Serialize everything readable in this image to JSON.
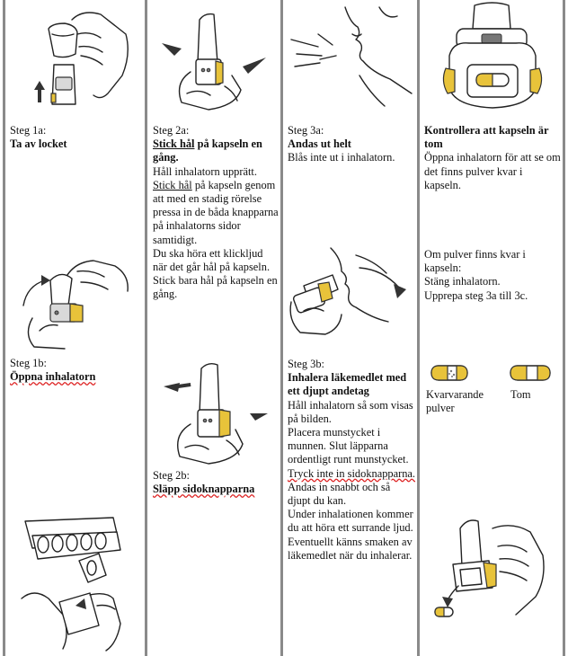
{
  "col1": {
    "step1a_label": "Steg 1a:",
    "step1a_title": "Ta av locket",
    "step1b_label": "Steg 1b:",
    "step1b_title": "Öppna inhalatorn"
  },
  "col2": {
    "step2a_label": "Steg 2a:",
    "step2a_title_link": "Stick hål",
    "step2a_title_rest": " på kapseln en gång.",
    "line1": "Håll inhalatorn upprätt.",
    "line2_link": "Stick hål",
    "line2_rest": " på kapseln genom att med en stadig rörelse pressa in de båda knapparna på inhalatorns sidor samtidigt.",
    "line3": "Du ska höra ett klickljud när det går hål på kapseln.",
    "line4": "Stick bara hål på kapseln en gång.",
    "step2b_label": "Steg 2b:",
    "step2b_title": "Släpp sidoknapparna"
  },
  "col3": {
    "step3a_label": "Steg 3a:",
    "step3a_title": "Andas ut helt",
    "step3a_text": "Blås inte ut i inhalatorn.",
    "step3b_label": "Steg 3b:",
    "step3b_title": "Inhalera läkemedlet med ett djupt andetag",
    "line1": "Håll inhalatorn så som visas på bilden.",
    "line2": "Placera munstycket i munnen. Slut läpparna ordentligt runt munstycket.",
    "line3": "Tryck inte in sidoknapparna.",
    "line4": "Andas in snabbt och så djupt du kan.",
    "line5": "Under inhalationen kommer du att höra ett surrande ljud.",
    "line6": "Eventuellt känns smaken av läkemedlet när du inhalerar."
  },
  "col4": {
    "title": "Kontrollera att kapseln är tom",
    "text1": "Öppna inhalatorn för att se om det finns pulver kvar i kapseln.",
    "if_label": "Om pulver finns kvar i kapseln:",
    "if_line1": "Stäng inhalatorn.",
    "if_line2": "Upprepa steg 3a till 3c.",
    "capsule_left_label": "Kvarvarande pulver",
    "capsule_right_label": "Tom"
  },
  "colors": {
    "separator": "#8a8a8a",
    "accent_yellow": "#e8c33a"
  },
  "icons": [
    "inhaler-cap-icon",
    "hand-icon",
    "face-icon",
    "capsule-icon",
    "blister-pack-icon",
    "arrow-icon"
  ]
}
